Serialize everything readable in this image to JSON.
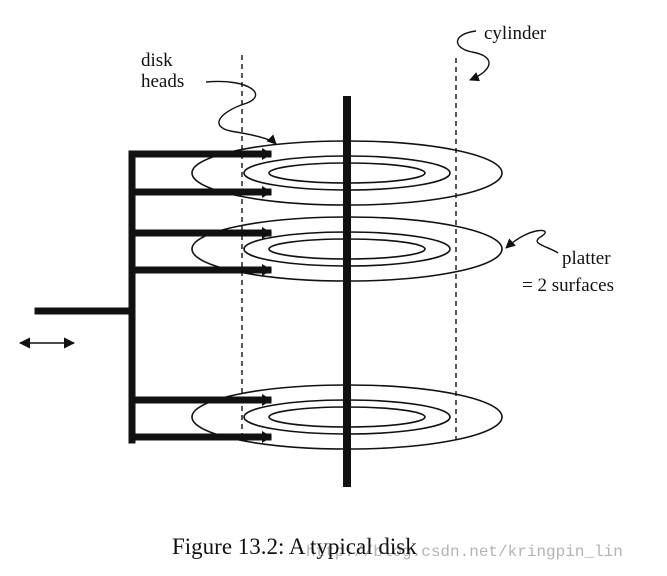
{
  "labels": {
    "disk": "disk",
    "heads": "heads",
    "cylinder": "cylinder",
    "platter": "platter",
    "surfaces": "= 2 surfaces"
  },
  "caption": "Figure 13.2: A typical disk",
  "watermark": "http://blog.csdn.net/kringpin_lin",
  "colors": {
    "ink": "#111111",
    "watermark": "#9a9a9a"
  }
}
